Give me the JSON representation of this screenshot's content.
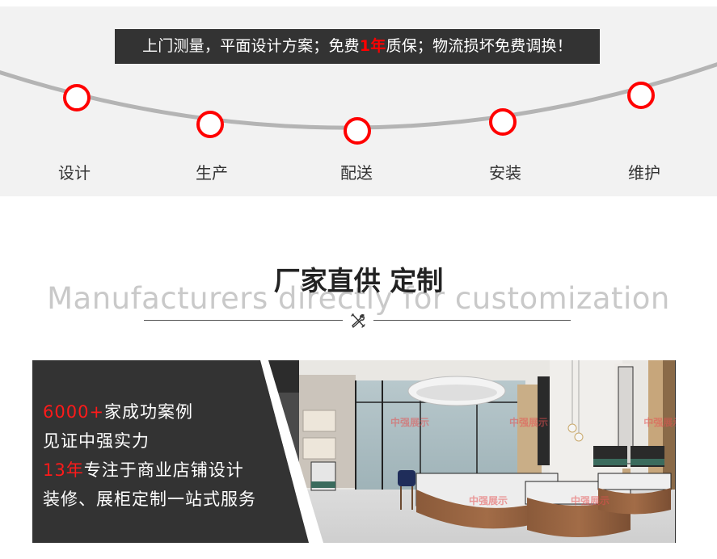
{
  "promo_banner": {
    "text_before": "上门测量，平面设计方案；免费",
    "highlight": "1年",
    "text_after": "质保；物流损坏免费调换！"
  },
  "process": {
    "steps": [
      {
        "label": "设计"
      },
      {
        "label": "生产"
      },
      {
        "label": "配送"
      },
      {
        "label": "安装"
      },
      {
        "label": "维护"
      }
    ]
  },
  "heading": {
    "title": "厂家直供 定制",
    "subtitle_en": "Manufacturers directly for customization",
    "icon": "tools-icon"
  },
  "showcase": {
    "lines": [
      {
        "highlight": "6000+",
        "text": "家成功案例"
      },
      {
        "highlight": "",
        "text": "见证中强实力"
      },
      {
        "highlight": "13年",
        "text": "专注于商业店铺设计"
      },
      {
        "highlight": "",
        "text": "装修、展柜定制一站式服务"
      }
    ],
    "watermark": "中强展示",
    "image_alt": "jewelry store showroom with curved display cabinets and crystal chandelier"
  },
  "colors": {
    "accent_red": "#ff0000",
    "banner_dark": "#333333",
    "section_grey": "#f2f2f2",
    "curve_grey": "#b4b4b4"
  }
}
